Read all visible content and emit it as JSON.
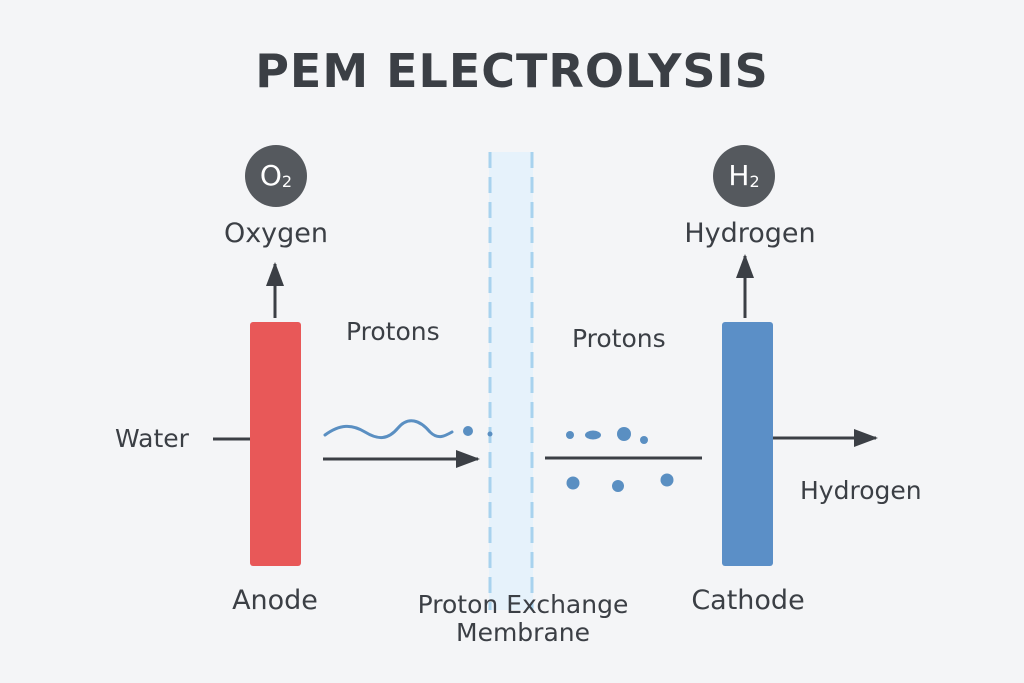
{
  "title": "PEM ELECTROLYSIS",
  "anode": {
    "label": "Anode",
    "color": "#e85858",
    "input_label": "Water",
    "output_label": "Oxygen",
    "output_badge": {
      "symbol": "O",
      "subscript": "2"
    }
  },
  "cathode": {
    "label": "Cathode",
    "color": "#5b8fc7",
    "top_output_label": "Hydrogen",
    "side_output_label": "Hydrogen",
    "output_badge": {
      "symbol": "H",
      "subscript": "2"
    }
  },
  "membrane": {
    "label_line1": "Proton Exchange",
    "label_line2": "Membrane",
    "color": "#e6f2fb",
    "border_color": "#a8d2ee"
  },
  "protons_left_label": "Protons",
  "protons_right_label": "Protons",
  "colors": {
    "arrow": "#3b3f45",
    "proton": "#5a8fc2",
    "text": "#3b3f45"
  }
}
